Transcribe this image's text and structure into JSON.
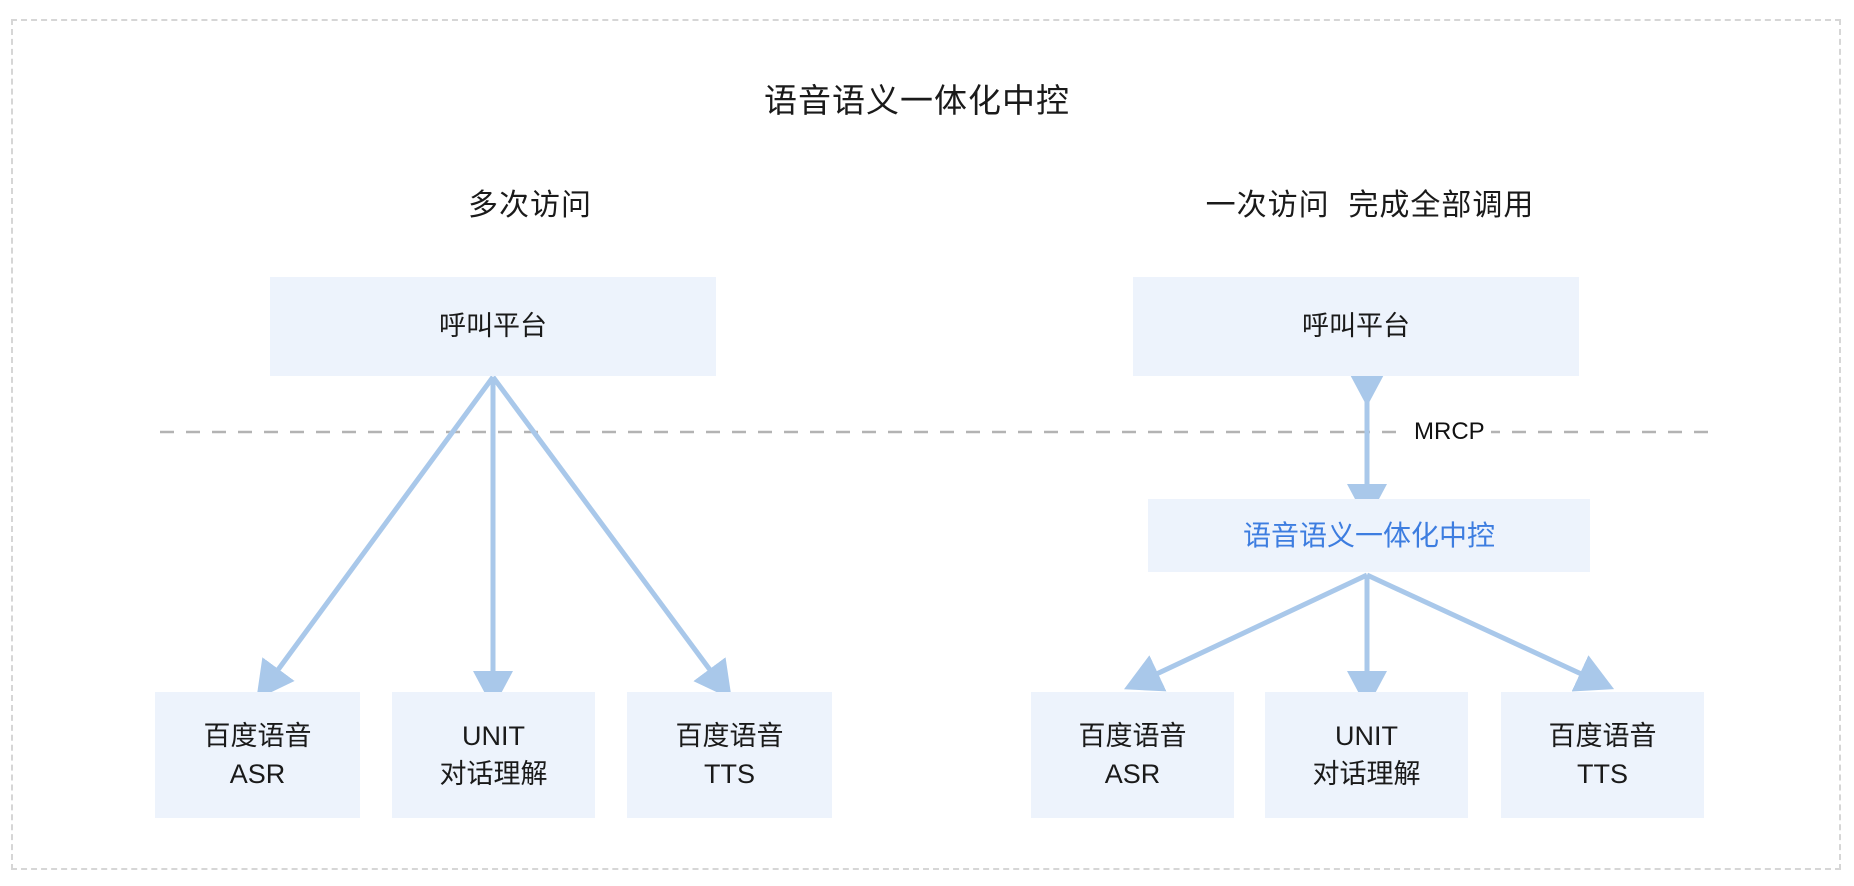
{
  "diagram": {
    "title": "语音语义一体化中控",
    "panels": {
      "left": {
        "subtitle": "多次访问",
        "top_node": "呼叫平台",
        "leaves": [
          {
            "line1": "百度语音",
            "line2": "ASR"
          },
          {
            "line1": "UNIT",
            "line2": "对话理解"
          },
          {
            "line1": "百度语音",
            "line2": "TTS"
          }
        ]
      },
      "right": {
        "subtitle": "一次访问  完成全部调用",
        "top_node": "呼叫平台",
        "middle_node": "语音语义一体化中控",
        "link_label": "MRCP",
        "leaves": [
          {
            "line1": "百度语音",
            "line2": "ASR"
          },
          {
            "line1": "UNIT",
            "line2": "对话理解"
          },
          {
            "line1": "百度语音",
            "line2": "TTS"
          }
        ]
      }
    },
    "colors": {
      "node_fill": "#edf3fc",
      "accent_text": "#3d7de0",
      "arrow": "#a9c8ea",
      "divider": "#b3b3b3",
      "frame": "#d6d6d6",
      "text": "#1a1a1a"
    }
  }
}
